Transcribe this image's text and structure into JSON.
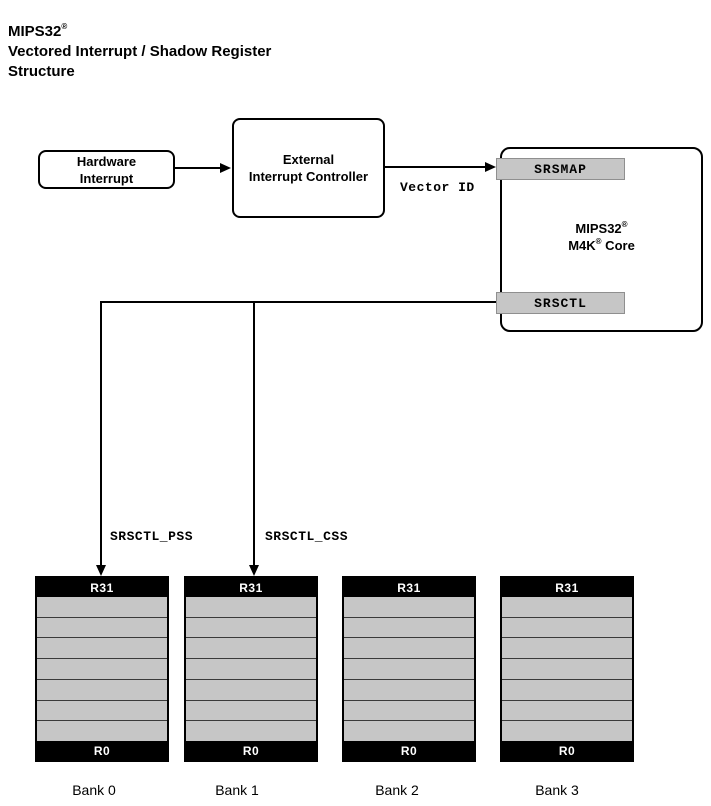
{
  "title": {
    "line1": "MIPS32",
    "line1_sup": "®",
    "line2": "Vectored Interrupt / Shadow Register",
    "line3": "Structure"
  },
  "boxes": {
    "hardware_interrupt": {
      "line1": "Hardware",
      "line2": "Interrupt"
    },
    "external_interrupt_controller": {
      "line1": "External",
      "line2": "Interrupt Controller"
    },
    "core": {
      "line1": "MIPS32",
      "line1_sup": "®",
      "line2": "M4K",
      "line2_sup": "®",
      "line2_rest": " Core"
    },
    "srsmap_label": "SRSMAP",
    "srsctl_label": "SRSCTL"
  },
  "labels": {
    "vector_id": "Vector ID",
    "srsctl_pss": "SRSCTL_PSS",
    "srsctl_css": "SRSCTL_CSS"
  },
  "banks": [
    {
      "label": "Bank 0",
      "top": "R31",
      "bottom": "R0"
    },
    {
      "label": "Bank 1",
      "top": "R31",
      "bottom": "R0"
    },
    {
      "label": "Bank 2",
      "top": "R31",
      "bottom": "R0"
    },
    {
      "label": "Bank 3",
      "top": "R31",
      "bottom": "R0"
    }
  ],
  "colors": {
    "register_fill": "#c6c6c6",
    "register_border": "#8f8f8f",
    "bar": "#000000",
    "line": "#000000",
    "background": "#ffffff"
  }
}
